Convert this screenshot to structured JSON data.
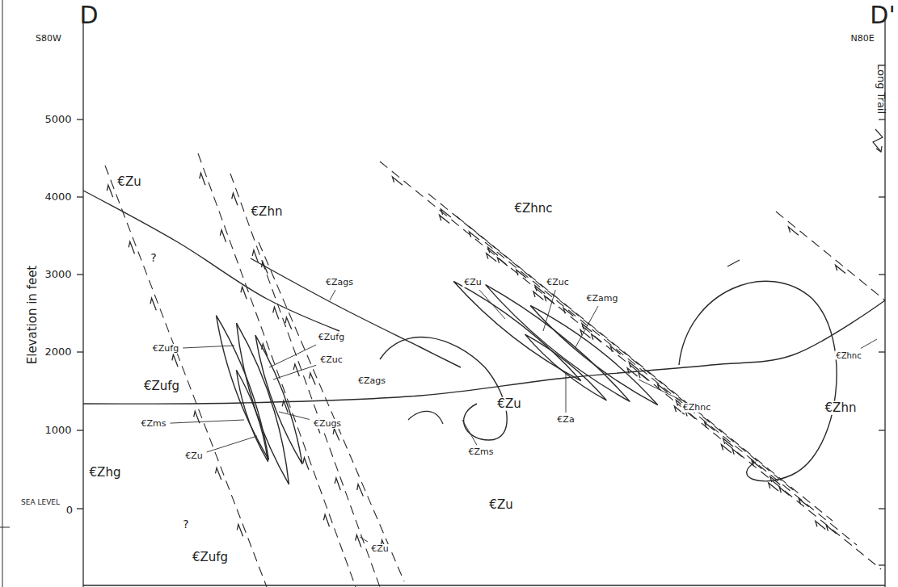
{
  "diagram": {
    "labels": [
      "D",
      "S80W",
      "D'",
      "N80E",
      "Long Trail",
      "5000",
      "4000",
      "3000",
      "2000",
      "1000",
      "SEA LEVEL",
      "0",
      "Elevation in feet",
      "€Zu",
      "€Zhn",
      "€Zhnc",
      "€Zags",
      "€Zu",
      "€Zuc",
      "€Zamg",
      "€Zufg",
      "€Zufg",
      "€Zuc",
      "€Zufg",
      "€Zags",
      "€Zms",
      "€Zu",
      "€Zhn",
      "€Zhnc",
      "€Zhnc",
      "€Zms",
      "€Zugs",
      "€Zu",
      "€Za",
      "€Zhg",
      "€Zu",
      "€Zufg",
      "€Zu",
      "?",
      "?"
    ]
  }
}
